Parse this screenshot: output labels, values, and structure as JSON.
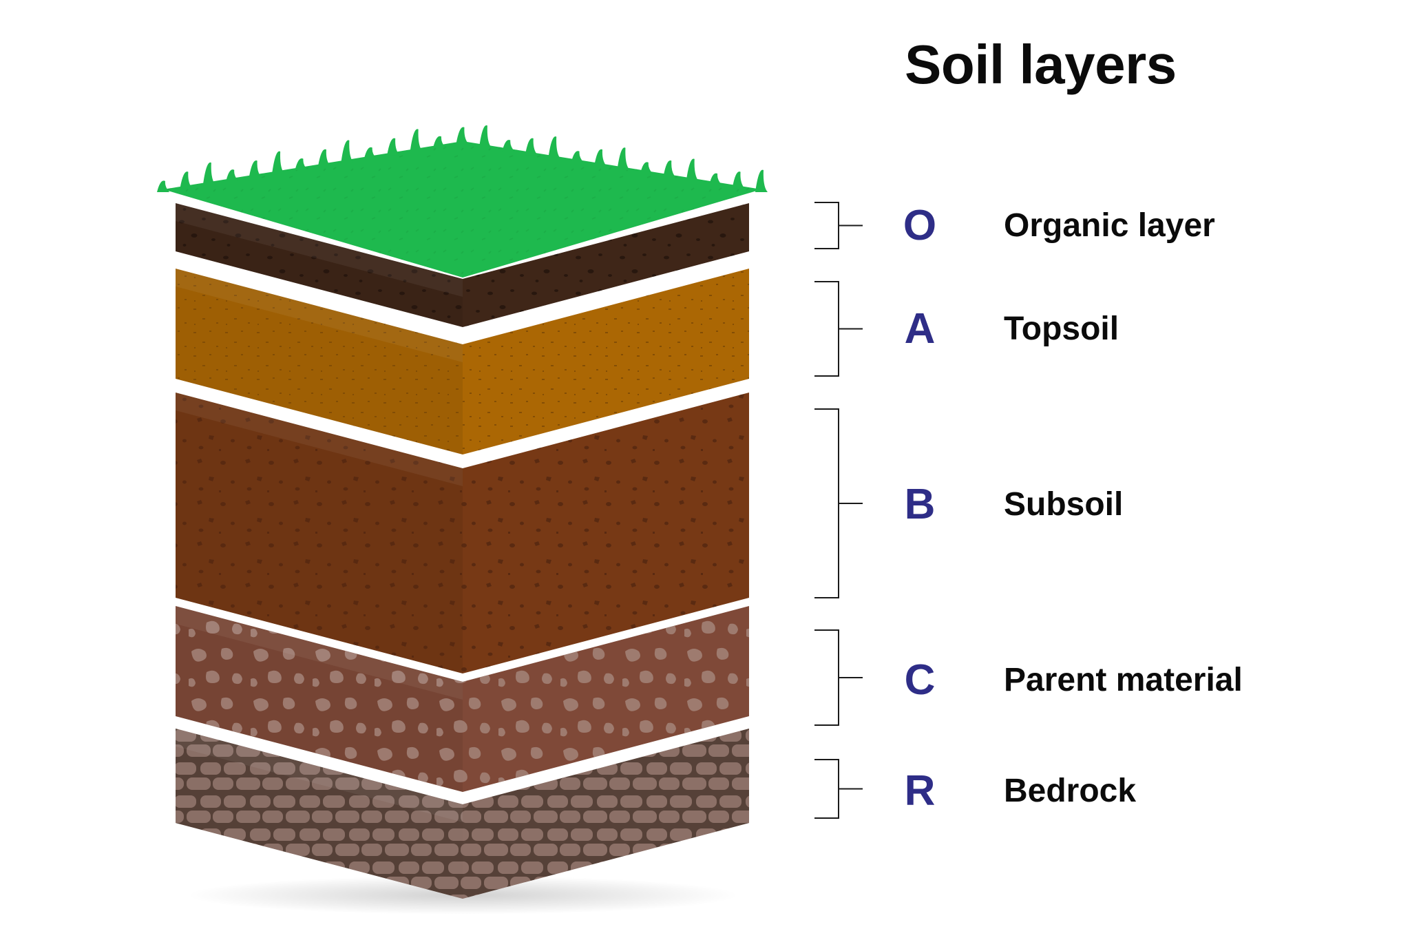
{
  "title": "Soil layers",
  "code_color": "#2e2d87",
  "layers": [
    {
      "code": "O",
      "name": "Organic layer",
      "color": "#3a2316",
      "texture": "dots"
    },
    {
      "code": "A",
      "name": "Topsoil",
      "color": "#9e5f04",
      "texture": "fine-dots"
    },
    {
      "code": "B",
      "name": "Subsoil",
      "color": "#6e3513",
      "texture": "dots"
    },
    {
      "code": "C",
      "name": "Parent material",
      "color": "#764434",
      "texture": "pebbles"
    },
    {
      "code": "R",
      "name": "Bedrock",
      "color": "#866a60",
      "texture": "cracked-stone"
    }
  ],
  "grass_color": "#1eb94e"
}
